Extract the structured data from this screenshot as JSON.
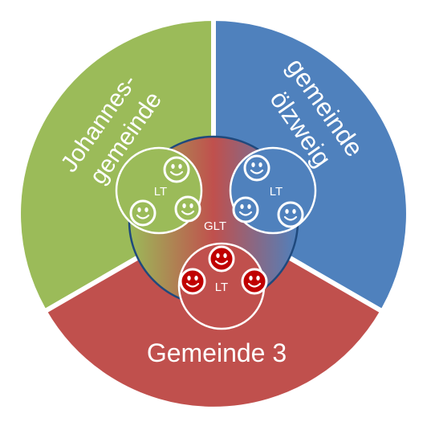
{
  "segments": {
    "green": {
      "line1": "Johannes-",
      "line2": "gemeinde",
      "color": "#9bbb59"
    },
    "blue": {
      "line1": "gemeinde",
      "line2": "ölzweig",
      "color": "#4f81bd"
    },
    "red": {
      "label": "Gemeinde 3",
      "color": "#c0504d"
    }
  },
  "center": {
    "label": "GLT"
  },
  "teams": {
    "green": {
      "label": "LT",
      "face_color": "#9bbb59"
    },
    "blue": {
      "label": "LT",
      "face_color": "#4f81bd"
    },
    "red": {
      "label": "LT",
      "face_color": "#c00000"
    }
  },
  "icons": {
    "face": "smiley-face-icon"
  }
}
